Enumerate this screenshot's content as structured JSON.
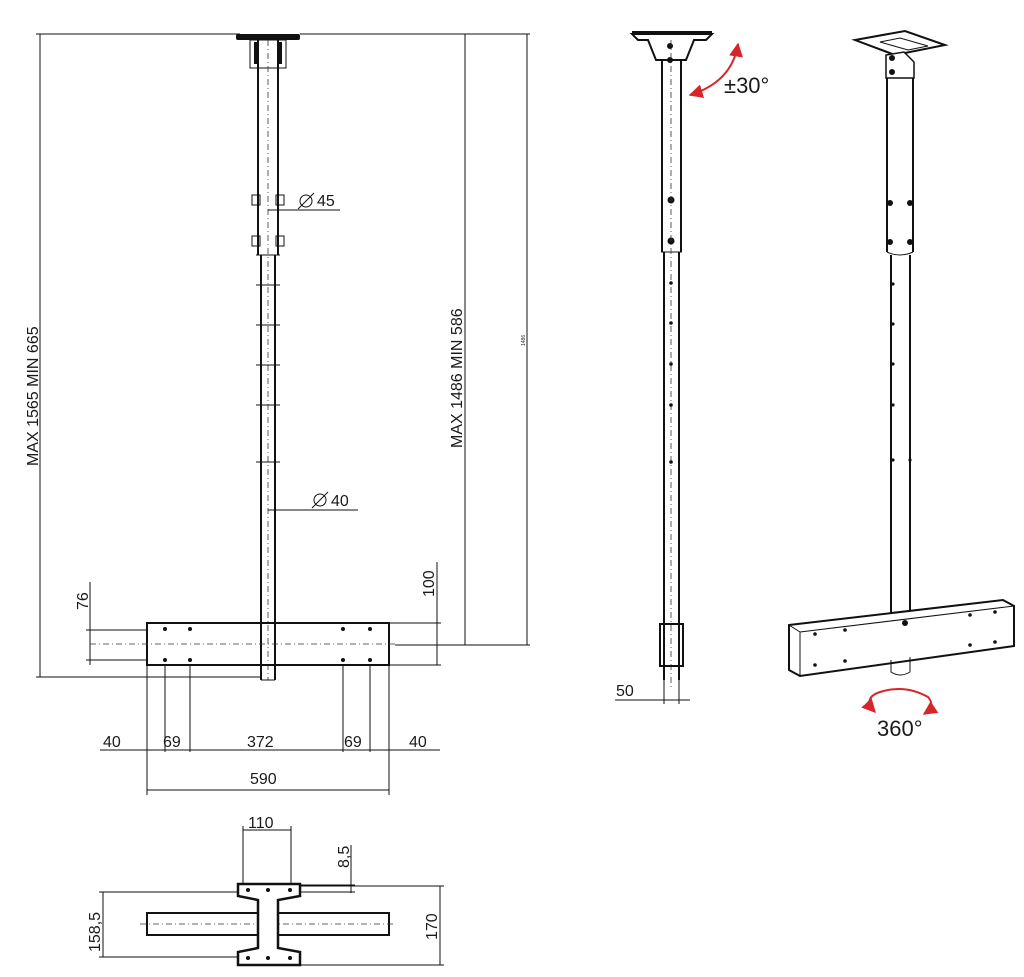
{
  "labels": {
    "max_min_1565": "MAX 1565 MIN 665",
    "max_min_1486": "MAX 1486 MIN 586",
    "tiny_1486": "1486",
    "dia_45": "45",
    "dia_40": "40",
    "dim_76": "76",
    "dim_100": "100",
    "dim_40_left": "40",
    "dim_69_left": "69",
    "dim_372": "372",
    "dim_69_right": "69",
    "dim_40_right": "40",
    "dim_590": "590",
    "dim_110": "110",
    "dim_8_5": "8,5",
    "dim_158_5": "158,5",
    "dim_170": "170",
    "dim_50": "50",
    "tilt": "±30°",
    "rotate": "360°"
  },
  "colors": {
    "line": "#111111",
    "arrow": "#d7262b"
  }
}
